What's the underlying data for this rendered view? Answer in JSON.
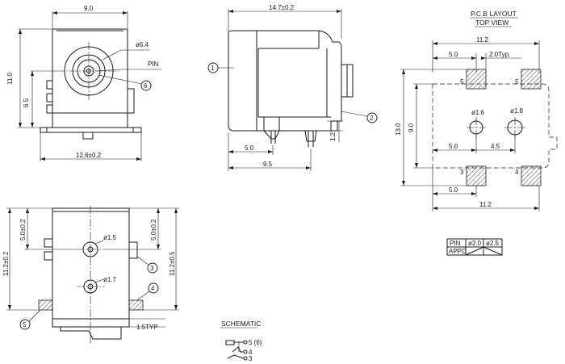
{
  "front_view": {
    "dim_width": "9.0",
    "dim_height": "11.0",
    "dim_6_5": "6.5",
    "dim_bottom": "12.6±0.2",
    "dim_dia": "ø6.4",
    "pin_label": "PIN",
    "balloon_6": "6"
  },
  "side_view": {
    "dim_length": "14.7±0.2",
    "dim_5_0": "5.0",
    "dim_9_5": "9.5",
    "dim_1_2": "1.2",
    "balloon_1": "1",
    "balloon_2": "2"
  },
  "pcb_layout": {
    "title": "P.C.B LAYOUT",
    "subtitle": "TOP VIEW",
    "dim_11_2_top": "11.2",
    "dim_5_0_top": "5.0",
    "dim_2_0_typ": "2.0Typ.",
    "dim_13_0": "13.0",
    "dim_9_0": "9.0",
    "dim_hole_1": "ø1.6",
    "dim_hole_2": "ø1.8",
    "dim_5_0_mid": "5.0",
    "dim_4_5": "4.5",
    "dim_5_0_bot": "5.0",
    "dim_11_2_bot": "11.2",
    "pad_5a": "5",
    "pad_5b": "5",
    "pad_3": "3",
    "pad_4": "4"
  },
  "pin_table": {
    "header": [
      "PIN",
      "ø2.0",
      "ø2.5"
    ],
    "row_label": "APPD"
  },
  "bottom_view": {
    "dim_left": "11.2±0.2",
    "dim_left_inner": "5.0±0.2",
    "dim_right_inner": "5.0±0.2",
    "dim_right": "11.2±0.5",
    "dim_hole_top": "ø1.5",
    "dim_hole_bot": "ø1.7",
    "dim_typ": "1.5TYP",
    "balloon_3": "3",
    "balloon_4": "4",
    "balloon_5": "5"
  },
  "schematic": {
    "title": "SCHEMATIC",
    "pin_top": "5 (6)",
    "pin_mid": "4",
    "pin_bot": "3"
  }
}
